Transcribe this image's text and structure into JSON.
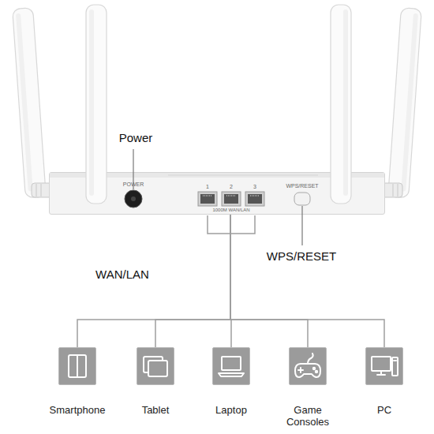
{
  "diagram": {
    "nodes": [
      {
        "text": [
          "POWER",
          "1",
          "2",
          "3",
          "1000M WAN/LAN",
          "WPS/RESET"
        ]
      },
      {
        "text": [
          "Smartphone"
        ]
      },
      {
        "text": [
          "Tablet"
        ]
      },
      {
        "text": [
          "Laptop"
        ]
      },
      {
        "text": [
          "Game Consoles"
        ]
      },
      {
        "text": [
          "PC"
        ]
      }
    ],
    "edges": [
      {
        "from": 0,
        "to": 1,
        "arrow": "none"
      },
      {
        "from": 0,
        "to": 2,
        "arrow": "none"
      },
      {
        "from": 0,
        "to": 3,
        "arrow": "none"
      },
      {
        "from": 0,
        "to": 4,
        "arrow": "none"
      },
      {
        "from": 0,
        "to": 5,
        "arrow": "none"
      }
    ],
    "labels": [
      "Power",
      "WAN/LAN",
      "WPS/RESET"
    ]
  }
}
